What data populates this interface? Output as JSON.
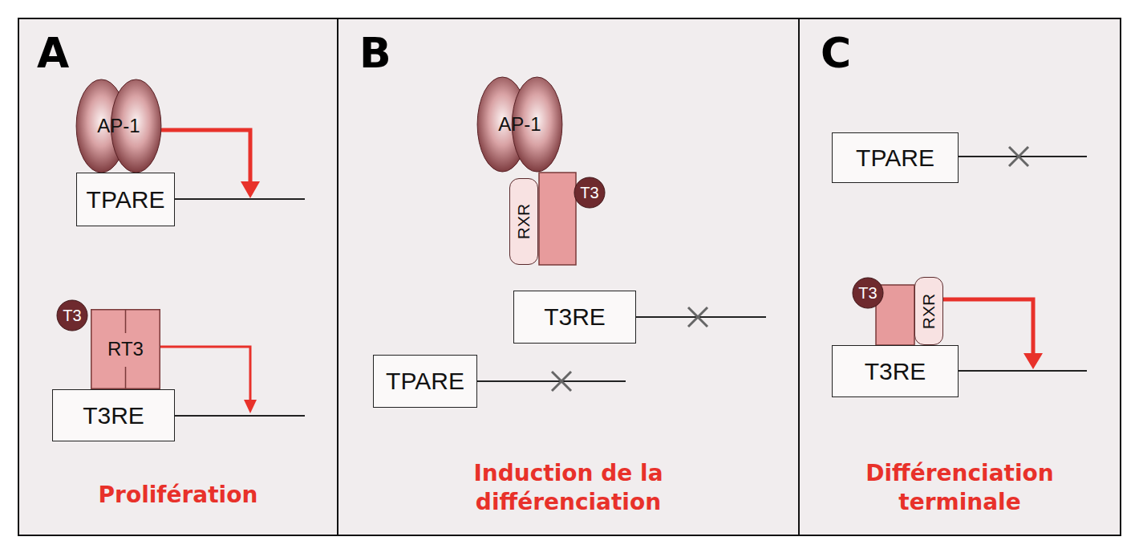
{
  "diagram": {
    "nodes": [
      {
        "text": [
          "A",
          "Prolifération"
        ]
      },
      {
        "text": [
          "AP-1"
        ],
        "in": 0
      },
      {
        "text": [
          "TPARE"
        ],
        "in": 0
      },
      {
        "text": [
          "T3"
        ],
        "in": 0
      },
      {
        "text": [
          "RT3"
        ],
        "in": 0
      },
      {
        "text": [
          "T3RE"
        ],
        "in": 0
      },
      {
        "text": [
          "B",
          "Induction de la différenciation"
        ]
      },
      {
        "text": [
          "AP-1"
        ],
        "in": 6
      },
      {
        "text": [
          "RXR"
        ],
        "in": 6
      },
      {
        "text": [
          "T3"
        ],
        "in": 6
      },
      {
        "text": [
          "T3RE"
        ],
        "in": 6
      },
      {
        "text": [
          "TPARE"
        ],
        "in": 6
      },
      {
        "text": [
          "C",
          "Différenciation terminale"
        ]
      },
      {
        "text": [
          "TPARE"
        ],
        "in": 12
      },
      {
        "text": [
          "T3"
        ],
        "in": 12
      },
      {
        "text": [
          "RXR"
        ],
        "in": 12
      },
      {
        "text": [
          "T3RE"
        ],
        "in": 12
      }
    ]
  }
}
